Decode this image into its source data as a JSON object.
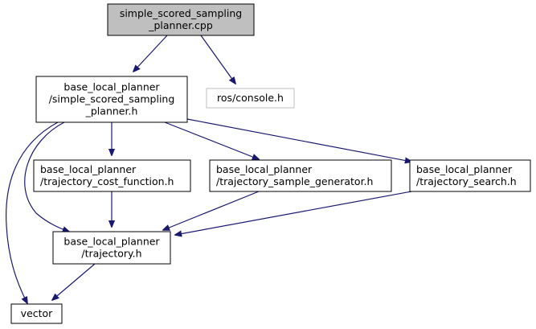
{
  "title": "Include dependency graph for simple_scored_sampling_planner.cpp",
  "colors": {
    "edge": "#191970",
    "root_fill": "#bfbfbf",
    "node_border": "#000000",
    "external_border": "#bfbfbf"
  },
  "nodes": [
    {
      "id": "root",
      "lines": [
        "simple_scored_sampling",
        "_planner.cpp"
      ],
      "style": "root"
    },
    {
      "id": "sssp_h",
      "lines": [
        "base_local_planner",
        "/simple_scored_sampling",
        "_planner.h"
      ],
      "style": "normal"
    },
    {
      "id": "console",
      "lines": [
        "ros/console.h"
      ],
      "style": "external"
    },
    {
      "id": "cost_fn",
      "lines": [
        "base_local_planner",
        "/trajectory_cost_function.h"
      ],
      "style": "normal"
    },
    {
      "id": "sample_gen",
      "lines": [
        "base_local_planner",
        "/trajectory_sample_generator.h"
      ],
      "style": "normal"
    },
    {
      "id": "search",
      "lines": [
        "base_local_planner",
        "/trajectory_search.h"
      ],
      "style": "normal"
    },
    {
      "id": "trajectory",
      "lines": [
        "base_local_planner",
        "/trajectory.h"
      ],
      "style": "normal"
    },
    {
      "id": "vector",
      "lines": [
        "vector"
      ],
      "style": "normal"
    }
  ],
  "edges": [
    {
      "from": "root",
      "to": "sssp_h"
    },
    {
      "from": "root",
      "to": "console"
    },
    {
      "from": "sssp_h",
      "to": "cost_fn"
    },
    {
      "from": "sssp_h",
      "to": "sample_gen"
    },
    {
      "from": "sssp_h",
      "to": "search"
    },
    {
      "from": "sssp_h",
      "to": "trajectory"
    },
    {
      "from": "sssp_h",
      "to": "vector"
    },
    {
      "from": "cost_fn",
      "to": "trajectory"
    },
    {
      "from": "sample_gen",
      "to": "trajectory"
    },
    {
      "from": "search",
      "to": "trajectory"
    },
    {
      "from": "trajectory",
      "to": "vector"
    }
  ]
}
